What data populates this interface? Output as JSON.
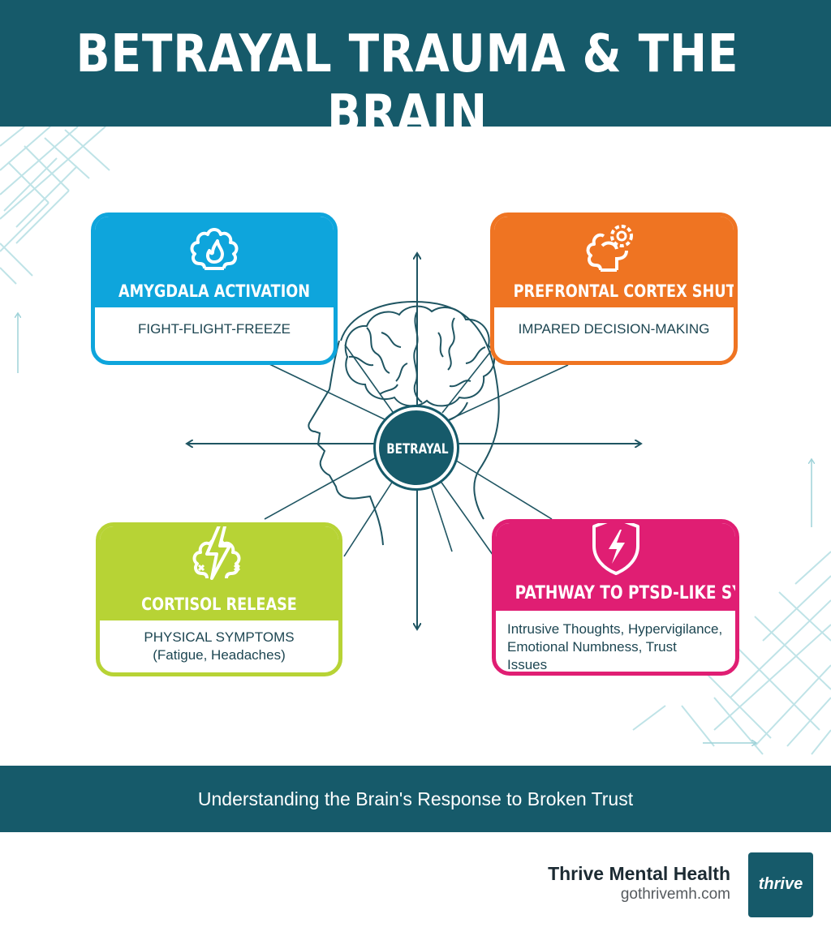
{
  "header": {
    "title": "BETRAYAL TRAUMA & THE BRAIN"
  },
  "center": {
    "label": "BETRAYAL"
  },
  "cards": {
    "amygdala": {
      "title": "AMYGDALA ACTIVATION",
      "body": [
        "FIGHT-FLIGHT-FREEZE"
      ],
      "icon": "brain-flame-icon"
    },
    "prefrontal": {
      "title": "PREFRONTAL CORTEX SHUTDOWN",
      "body": [
        "IMPARED DECISION-MAKING"
      ],
      "icon": "brain-gear-icon"
    },
    "cortisol": {
      "title": "CORTISOL RELEASE",
      "body": [
        "PHYSICAL SYMPTOMS",
        "(Fatigue, Headaches)"
      ],
      "icon": "brain-lightning-icon"
    },
    "ptsd": {
      "title": "PATHWAY TO PTSD-LIKE SYMPTOMS",
      "body": [
        "Intrusive Thoughts, Hypervigilance,",
        "Emotional Numbness, Trust",
        "Issues"
      ],
      "icon": "shield-lightning-icon"
    }
  },
  "footer": {
    "tagline": "Understanding the Brain's Response to Broken Trust"
  },
  "brand": {
    "name": "Thrive Mental Health",
    "url": "gothrivemh.com",
    "logo_text": "thrive"
  },
  "colors": {
    "header": "#165a6a",
    "amygdala": "#0ea5dc",
    "prefrontal": "#ef7422",
    "cortisol": "#b7d335",
    "ptsd": "#e01e73",
    "line": "#1f5562",
    "pattern": "#bfe3e7"
  }
}
